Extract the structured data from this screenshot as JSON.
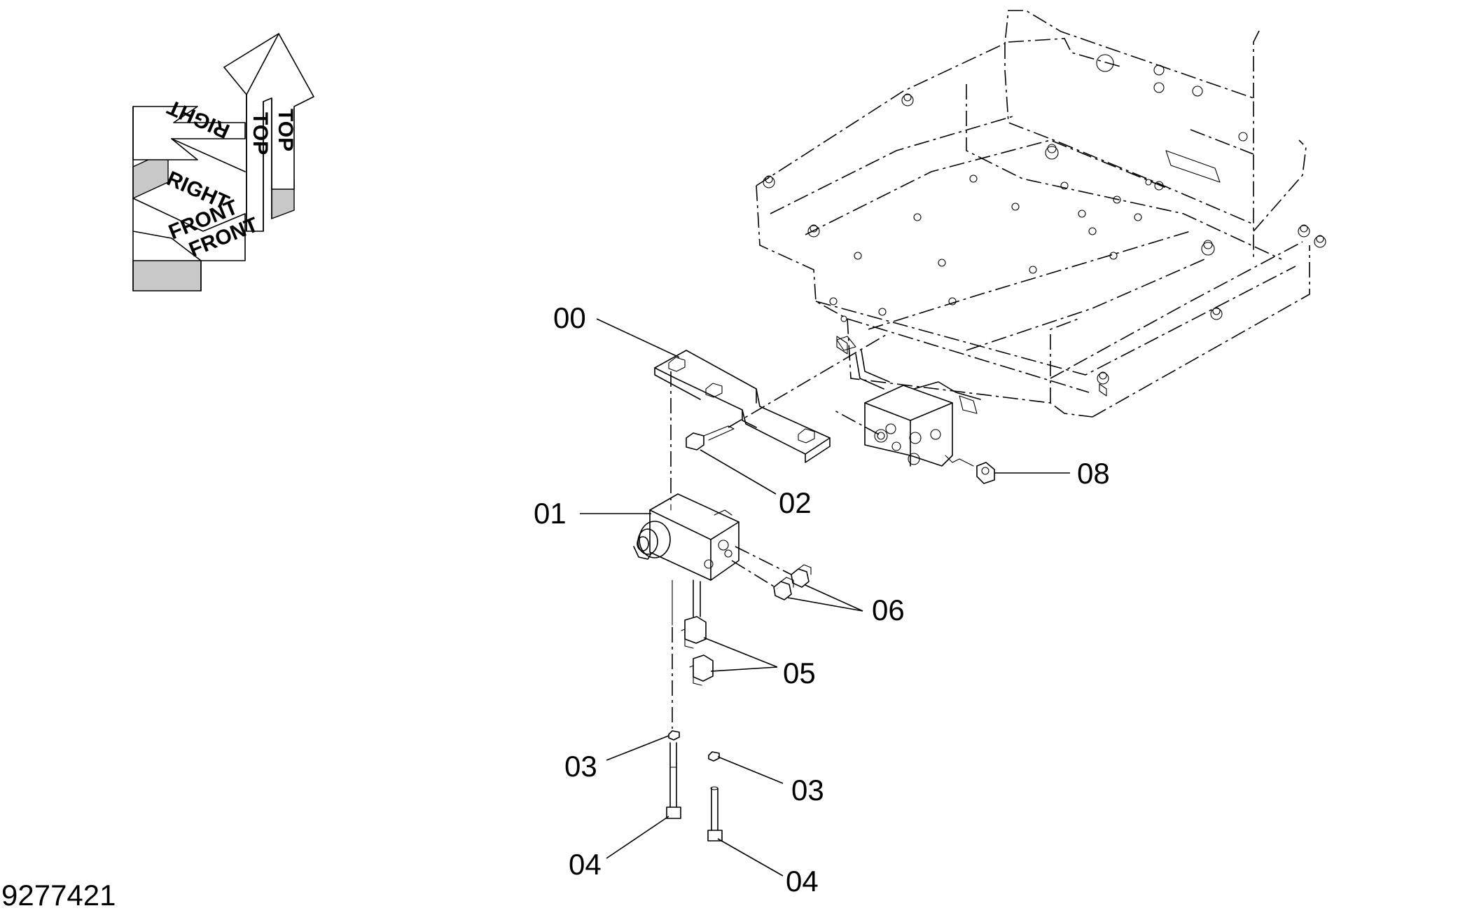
{
  "orientation": {
    "labels": [
      "TOP",
      "TOP",
      "RIGHT",
      "RIGHT",
      "FRONT",
      "FRONT"
    ]
  },
  "callouts": {
    "c00": "00",
    "c01": "01",
    "c02": "02",
    "c03a": "03",
    "c03b": "03",
    "c04a": "04",
    "c04b": "04",
    "c05": "05",
    "c06": "06",
    "c08": "08"
  },
  "figure_number": "9277421"
}
